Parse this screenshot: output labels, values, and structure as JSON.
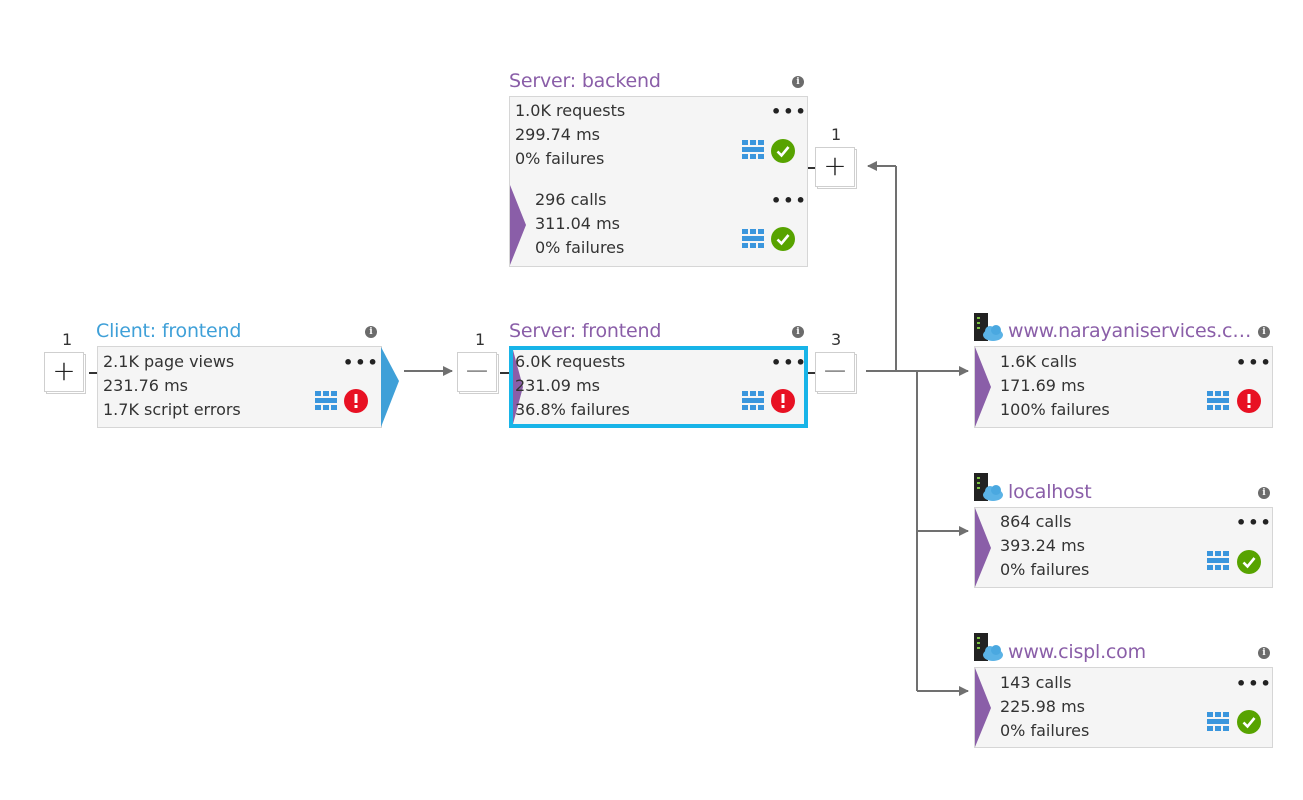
{
  "colors": {
    "client_accent": "#3fa0d8",
    "server_accent": "#8a5ea8",
    "selection": "#18b4e8",
    "success": "#57a300",
    "error": "#e81123",
    "grid_icon": "#3a96dd"
  },
  "client_frontend": {
    "title": "Client: frontend",
    "count": "1",
    "expander_symbol": "+",
    "stats": [
      "2.1K page views",
      "231.76 ms",
      "1.7K script errors"
    ],
    "status": "error"
  },
  "server_frontend": {
    "title": "Server: frontend",
    "left_count": "1",
    "left_expander_symbol": "—",
    "right_count": "3",
    "right_expander_symbol": "—",
    "stats": [
      "6.0K requests",
      "231.09 ms",
      "36.8% failures"
    ],
    "status": "error"
  },
  "server_backend": {
    "title": "Server: backend",
    "count": "1",
    "expander_symbol": "+",
    "requests": [
      "1.0K requests",
      "299.74 ms",
      "0% failures"
    ],
    "calls": [
      "296 calls",
      "311.04 ms",
      "0% failures"
    ],
    "status": "success"
  },
  "dependencies": [
    {
      "title": "www.narayaniservices.co...",
      "stats": [
        "1.6K calls",
        "171.69 ms",
        "100% failures"
      ],
      "status": "error"
    },
    {
      "title": "localhost",
      "stats": [
        "864 calls",
        "393.24 ms",
        "0% failures"
      ],
      "status": "success"
    },
    {
      "title": "www.cispl.com",
      "stats": [
        "143 calls",
        "225.98 ms",
        "0% failures"
      ],
      "status": "success"
    }
  ],
  "icons": {
    "info": "info-icon",
    "more": "more-options-icon",
    "grid": "grid-icon",
    "error": "error-icon",
    "success": "check-icon",
    "dependency": "server-cloud-icon"
  }
}
